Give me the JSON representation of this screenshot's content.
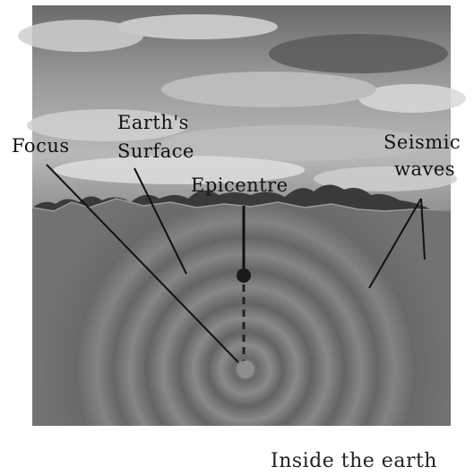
{
  "labels": {
    "focus": "Focus",
    "earths_surface_line1": "Earth's",
    "earths_surface_line2": "Surface",
    "epicentre": "Epicentre",
    "seismic_line1": "Seismic",
    "seismic_line2": "waves"
  },
  "caption": "Inside the earth",
  "colors": {
    "sky_light": "#d8d8d8",
    "sky_dark": "#5a5a5a",
    "ground": "#707070",
    "ring_dark": "#5e5e5e",
    "ring_light": "#8a8a8a",
    "epicentre_dot": "#1a1a1a",
    "focus_dot": "#8d8d8d",
    "pointer": "#111111"
  }
}
